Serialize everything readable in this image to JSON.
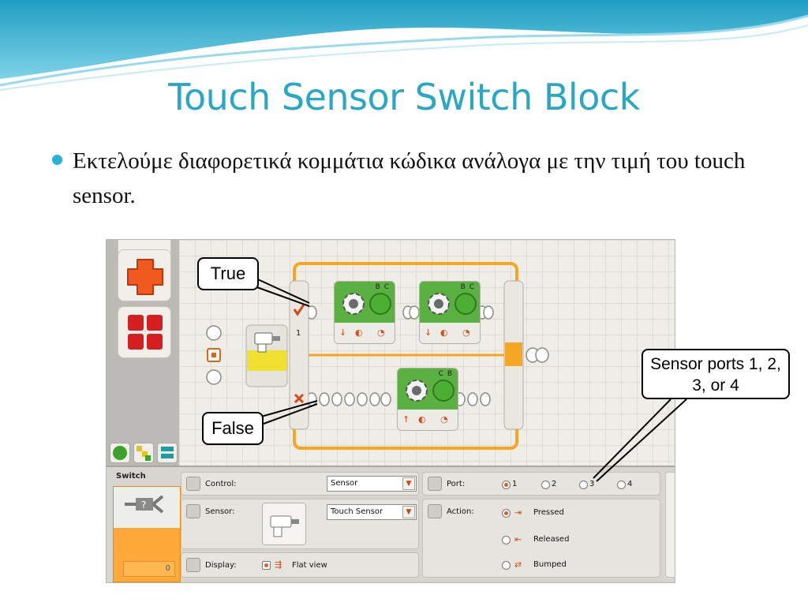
{
  "slide": {
    "title": "Touch Sensor Switch Block",
    "bullet": "Εκτελούμε διαφορετικά κομμάτια κώδικα ανάλογα με την τιμή του touch sensor."
  },
  "callouts": {
    "true_label": "True",
    "false_label": "False",
    "ports_label": "Sensor ports 1, 2, 3, or 4"
  },
  "canvas": {
    "switch_case_number": "1",
    "blocks": [
      {
        "ports": "B C"
      },
      {
        "ports": "B C"
      },
      {
        "ports": "C B"
      }
    ]
  },
  "config": {
    "title": "Switch",
    "counter": "0",
    "control": {
      "label": "Control:",
      "value": "Sensor"
    },
    "sensor": {
      "label": "Sensor:",
      "value": "Touch Sensor"
    },
    "display": {
      "label": "Display:",
      "option": "Flat view",
      "checked": true
    },
    "port": {
      "label": "Port:",
      "options": [
        "1",
        "2",
        "3",
        "4"
      ],
      "selected": "1"
    },
    "action": {
      "label": "Action:",
      "options": [
        "Pressed",
        "Released",
        "Bumped"
      ],
      "selected": "Pressed"
    }
  },
  "colors": {
    "title": "#2aa7c4",
    "bullet": "#2ab3d6",
    "block_green": "#5ab040",
    "switch_orange": "#f5a623",
    "accent_red": "#e8571f"
  },
  "icons": [
    "gear-icon",
    "touch-sensor-icon",
    "plus-block-icon",
    "grid-block-icon",
    "check-icon",
    "cross-icon"
  ]
}
